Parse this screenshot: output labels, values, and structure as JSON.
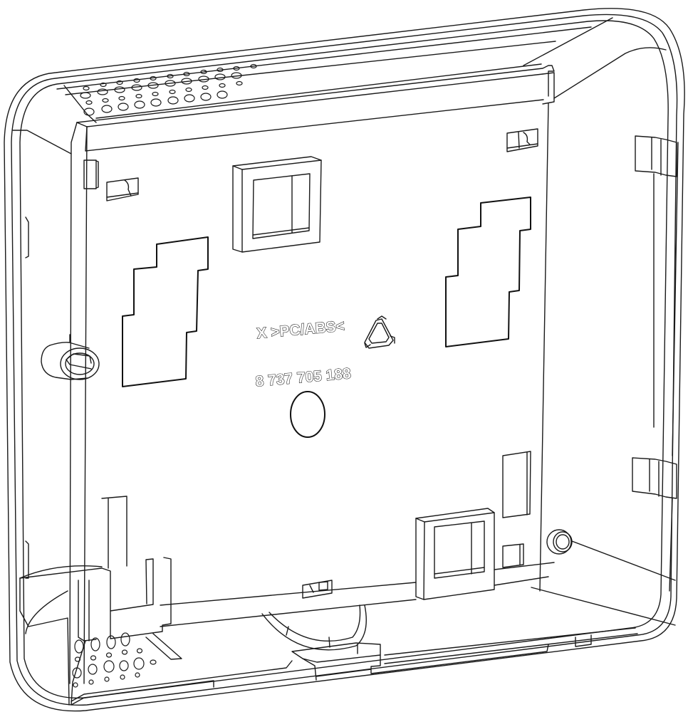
{
  "drawing": {
    "subject": "plastic wall-mount housing back plate (line drawing)",
    "stroke_color": "#1a1a1a",
    "background_color": "#ffffff"
  },
  "labels": {
    "material_marking": "X >PC/ABS<",
    "part_number": "8 737 705 188"
  },
  "icons": {
    "recycle": "recycle-triangle-icon"
  }
}
